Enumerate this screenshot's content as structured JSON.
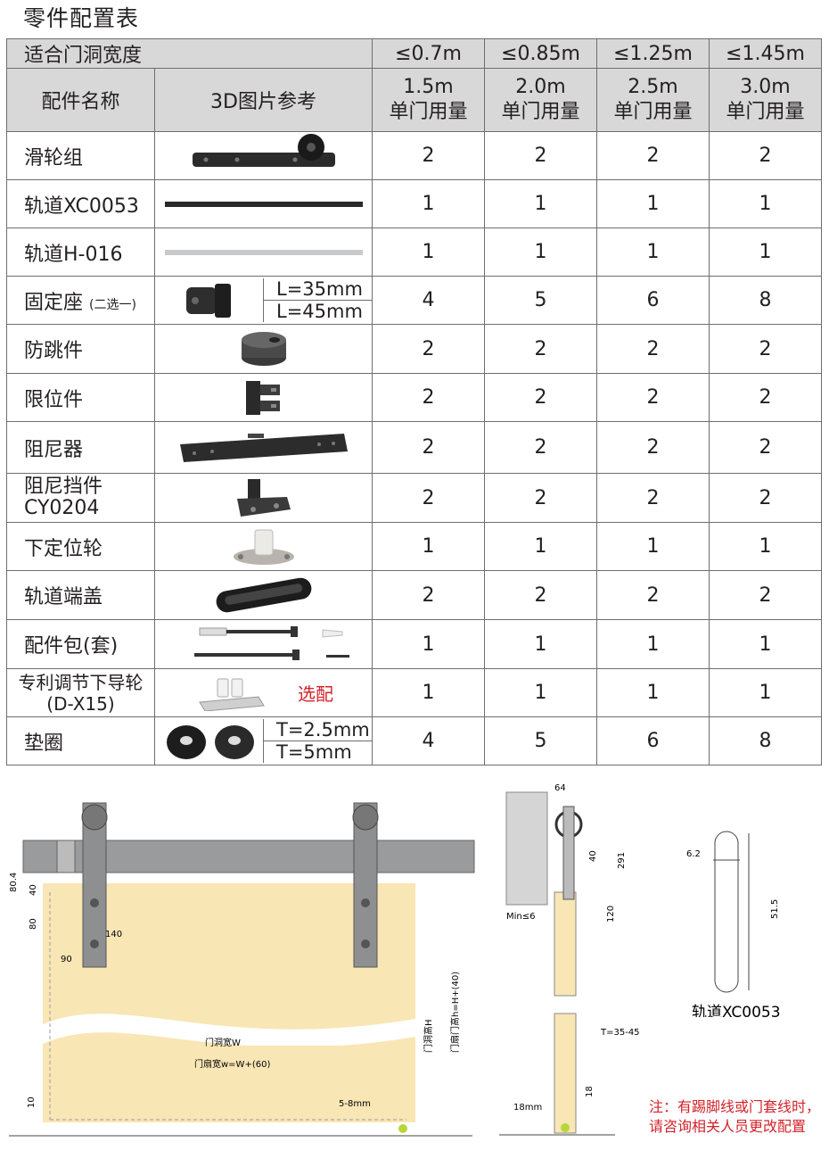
{
  "title": "零件配置表",
  "header": {
    "fit_label": "适合门洞宽度",
    "widths": [
      "≤0.7m",
      "≤0.85m",
      "≤1.25m",
      "≤1.45m"
    ],
    "name_col": "配件名称",
    "image_col": "3D图片参考",
    "door_sizes": [
      "1.5m",
      "2.0m",
      "2.5m",
      "3.0m"
    ],
    "qty_label": "单门用量"
  },
  "rows": [
    {
      "name": "滑轮组",
      "icon": "pulley-set-icon",
      "qty": [
        "2",
        "2",
        "2",
        "2"
      ]
    },
    {
      "name": "轨道XC0053",
      "icon": "black-track-icon",
      "qty": [
        "1",
        "1",
        "1",
        "1"
      ]
    },
    {
      "name": "轨道H-016",
      "icon": "silver-track-icon",
      "qty": [
        "1",
        "1",
        "1",
        "1"
      ]
    },
    {
      "name": "固定座",
      "note": "(二选一)",
      "icon": "mounting-seat-icon",
      "options": [
        "L=35mm",
        "L=45mm"
      ],
      "qty": [
        "4",
        "5",
        "6",
        "8"
      ]
    },
    {
      "name": "防跳件",
      "icon": "anti-jump-icon",
      "qty": [
        "2",
        "2",
        "2",
        "2"
      ]
    },
    {
      "name": "限位件",
      "icon": "stopper-icon",
      "qty": [
        "2",
        "2",
        "2",
        "2"
      ]
    },
    {
      "name": "阻尼器",
      "icon": "damper-icon",
      "qty": [
        "2",
        "2",
        "2",
        "2"
      ]
    },
    {
      "name": "阻尼挡件",
      "name2": "CY0204",
      "icon": "damper-stop-icon",
      "qty": [
        "2",
        "2",
        "2",
        "2"
      ]
    },
    {
      "name": "下定位轮",
      "icon": "floor-guide-icon",
      "qty": [
        "1",
        "1",
        "1",
        "1"
      ]
    },
    {
      "name": "轨道端盖",
      "icon": "end-cap-icon",
      "qty": [
        "2",
        "2",
        "2",
        "2"
      ]
    },
    {
      "name": "配件包(套)",
      "icon": "screw-pack-icon",
      "qty": [
        "1",
        "1",
        "1",
        "1"
      ]
    },
    {
      "name": "专利调节下导轮",
      "name2": "(D-X15)",
      "icon": "adjustable-guide-icon",
      "optional": "选配",
      "qty": [
        "1",
        "1",
        "1",
        "1"
      ]
    },
    {
      "name": "垫圈",
      "icon": "washer-icon",
      "options": [
        "T=2.5mm",
        "T=5mm"
      ],
      "qty": [
        "4",
        "5",
        "6",
        "8"
      ]
    }
  ],
  "drawing_front": {
    "dims": [
      "80.4",
      "40",
      "80",
      "140",
      "90"
    ],
    "opening_width": "门洞宽W",
    "leaf_width": "门扇宽w=W+(60)",
    "opening_height": "门洞高H",
    "leaf_height": "门扇门高h=H+(40)",
    "bottom_left": "10",
    "gap": "5-8mm"
  },
  "drawing_side": {
    "dims": [
      "64",
      "40",
      "291",
      "120",
      "Min≤6",
      "T=35-45",
      "18mm",
      "18"
    ]
  },
  "drawing_profile": {
    "dims": [
      "6.2",
      "51.5"
    ],
    "caption": "轨道XC0053"
  },
  "note": {
    "line1": "注：有踢脚线或门套线时，",
    "line2": "请咨询相关人员更改配置",
    "color": "#d2232a"
  },
  "colors": {
    "header_bg": "#d8d8d9",
    "door": "#f9e6b5",
    "post": "#8e8f91",
    "rail": "#9a9b9d"
  }
}
